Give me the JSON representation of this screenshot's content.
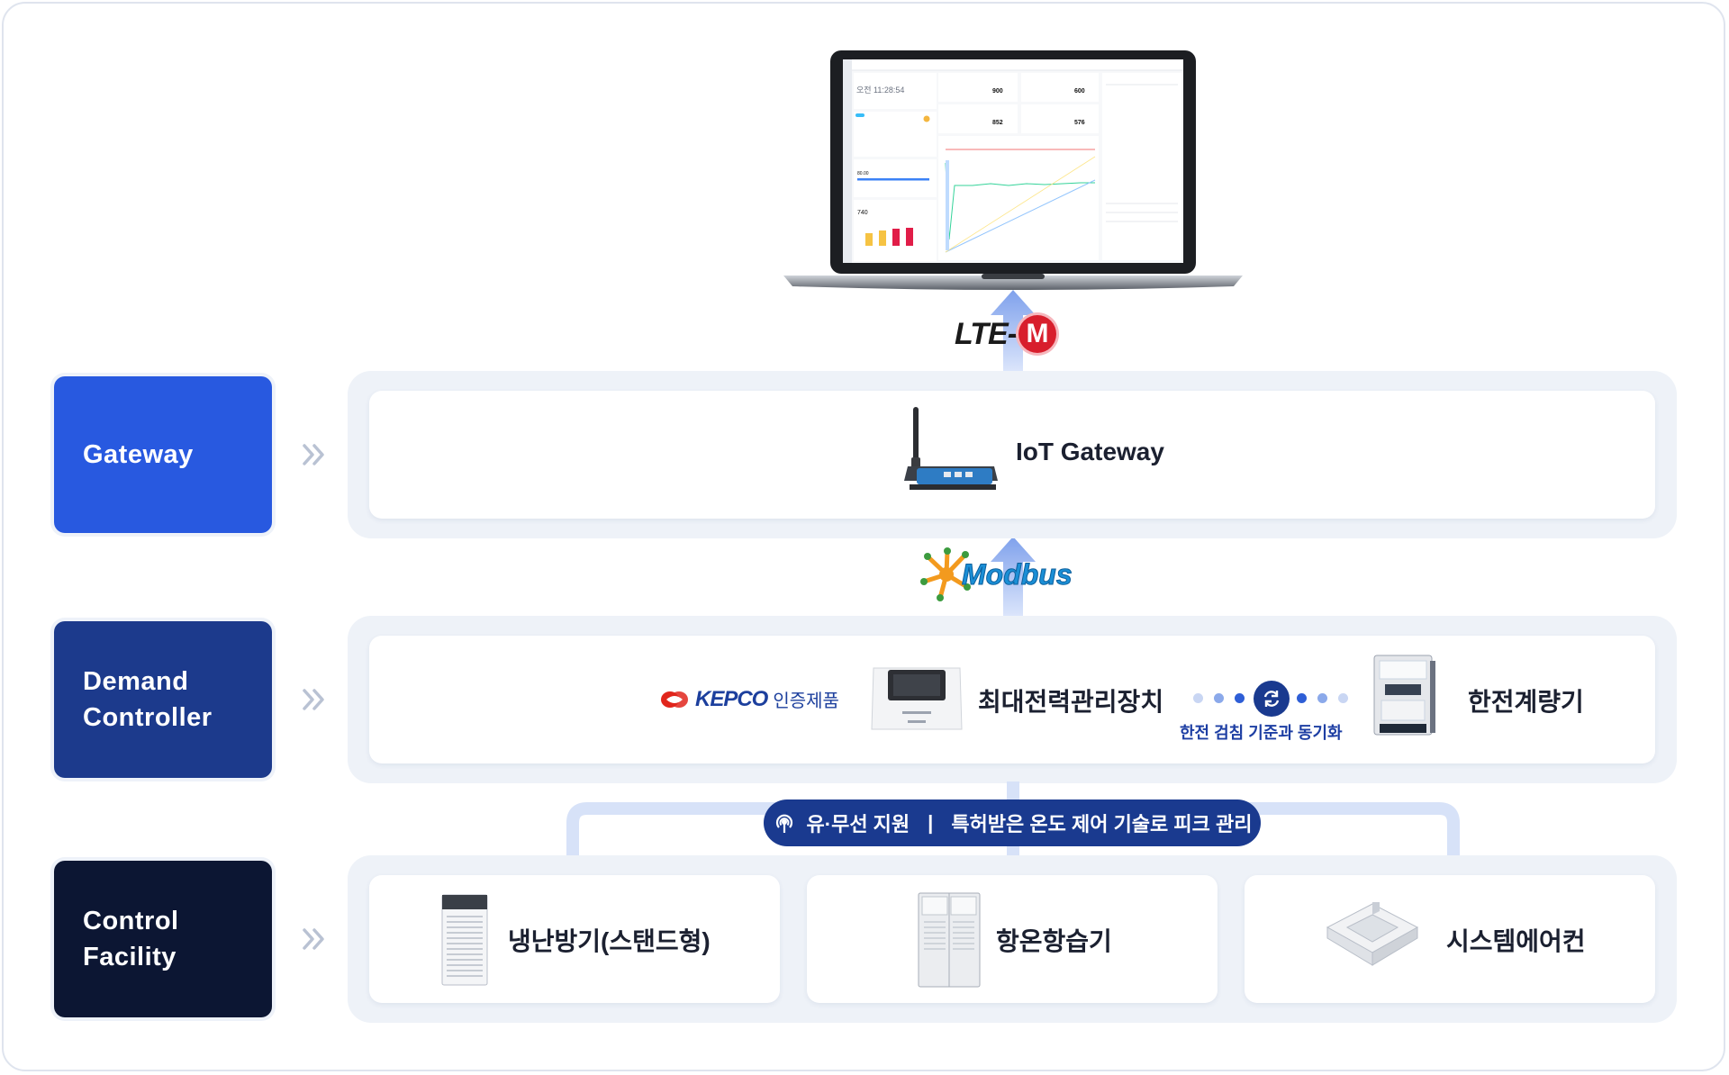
{
  "levels": {
    "gateway": {
      "line1": "Gateway",
      "line2": ""
    },
    "demand": {
      "line1": "Demand",
      "line2": "Controller"
    },
    "control": {
      "line1": "Control",
      "line2": "Facility"
    }
  },
  "protocols": {
    "lte": {
      "text": "LTE-",
      "mark": "M"
    },
    "modbus": "Modbus"
  },
  "gateway_row": {
    "device_label": "IoT Gateway"
  },
  "demand_row": {
    "kepco_logo": "KEPCO",
    "certified_label": "인증제품",
    "controller_label": "최대전력관리장치",
    "sync_label": "한전 검침 기준과 동기화",
    "meter_label": "한전계량기"
  },
  "connector_badge": {
    "left_text": "유·무선 지원",
    "divider": "|",
    "right_text": "특허받은 온도 제어 기술로 피크 관리"
  },
  "facility_row": {
    "items": [
      {
        "label": "냉난방기(스탠드형)"
      },
      {
        "label": "항온항습기"
      },
      {
        "label": "시스템에어컨"
      }
    ]
  },
  "laptop_screen": {
    "time": "오전 11:28:54",
    "value_1": "900",
    "value_2": "600",
    "value_3": "852",
    "value_4": "576",
    "value_5": "740",
    "value_6": "80.00"
  },
  "colors": {
    "gateway": "#2859e0",
    "demand": "#1c3a8c",
    "control": "#0c1633",
    "accent": "#1a3a8f",
    "modbus_orange": "#f39a1e",
    "modbus_blue": "#1b8fd6",
    "lte_red": "#d81e2c"
  }
}
